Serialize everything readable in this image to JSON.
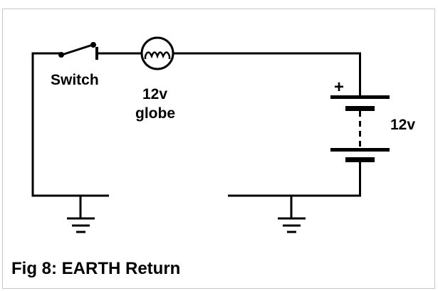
{
  "diagram": {
    "labels": {
      "switch": "Switch",
      "globe_voltage": "12v",
      "globe": "globe",
      "battery_plus": "+",
      "battery_voltage": "12v"
    },
    "caption": "Fig 8: EARTH Return"
  }
}
